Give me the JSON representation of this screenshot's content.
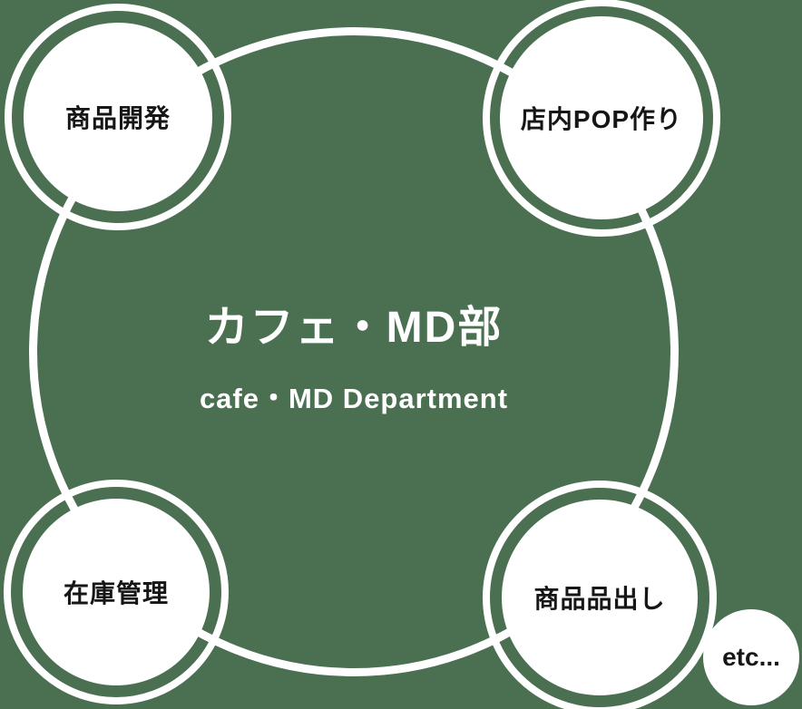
{
  "diagram": {
    "center": {
      "title": "カフェ・MD部",
      "subtitle": "cafe・MD Department"
    },
    "nodes": [
      {
        "id": "product-development",
        "label": "商品開発"
      },
      {
        "id": "in-store-pop-making",
        "label": "店内POP作り"
      },
      {
        "id": "inventory-management",
        "label": "在庫管理"
      },
      {
        "id": "product-stocking",
        "label": "商品品出し"
      }
    ],
    "etc": {
      "label": "etc..."
    },
    "colors": {
      "background": "#4a7051",
      "ring": "#ffffff",
      "circle_fill": "#ffffff",
      "node_label_text": "#161616",
      "center_text": "#ffffff"
    }
  }
}
